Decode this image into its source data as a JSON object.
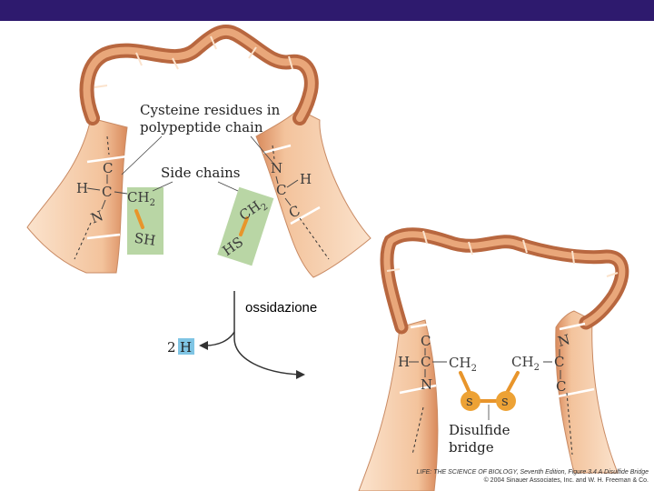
{
  "labels": {
    "cysteine_line1": "Cysteine residues in",
    "cysteine_line2": "polypeptide chain",
    "side_chains": "Side chains",
    "disulfide_line1": "Disulfide",
    "disulfide_line2": "bridge",
    "oxidation": "ossidazione",
    "two": "2",
    "hydrogen": "H"
  },
  "atoms": {
    "C": "C",
    "H": "H",
    "N": "N",
    "S": "S",
    "SH": "SH",
    "HS": "HS",
    "CH": "CH",
    "sub2": "2",
    "s_small": "s"
  },
  "credit": {
    "line1": "LIFE: THE SCIENCE OF BIOLOGY, Seventh Edition, Figure 3.4 A Disulfide Bridge",
    "line2": "© 2004 Sinauer Associates, Inc. and W. H. Freeman & Co."
  },
  "colors": {
    "header_bar": "#2e1a6e",
    "ribbon_edge": "#b8673f",
    "ribbon_fill": "#e9a77a",
    "ribbon_inner": "#fbe3cd",
    "side_chain_box": "#b9d6a5",
    "bond": "#e8952b",
    "sulfur": "#eda235",
    "hydrogen_box": "#7fc5e4"
  }
}
